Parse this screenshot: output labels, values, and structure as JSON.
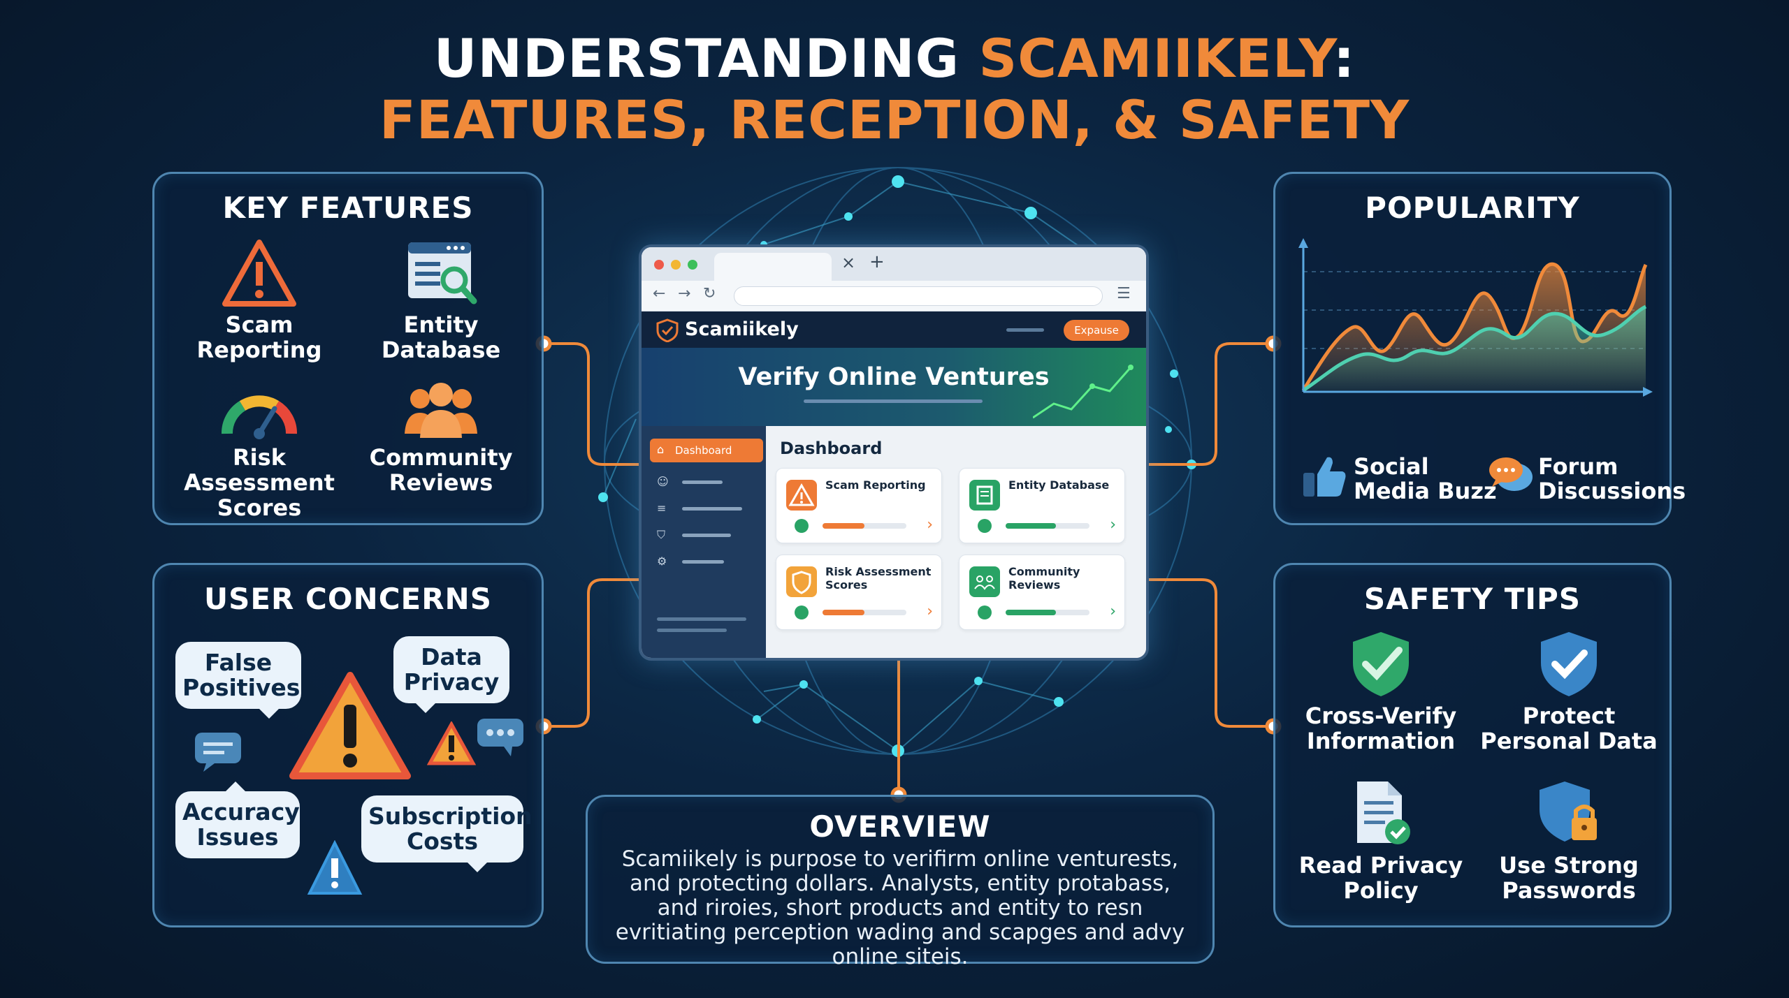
{
  "title": {
    "line1_a": "UNDERSTANDING ",
    "line1_b": "SCAMIIKELY",
    "line1_c": ":",
    "line2": "FEATURES, RECEPTION, & SAFETY"
  },
  "key_features": {
    "title": "KEY FEATURES",
    "items": [
      {
        "l1": "Scam",
        "l2": "Reporting",
        "icon": "warning-icon"
      },
      {
        "l1": "Entity",
        "l2": "Database",
        "icon": "database-search-icon"
      },
      {
        "l1": "Risk Assessment",
        "l2": "Scores",
        "icon": "gauge-icon"
      },
      {
        "l1": "Community",
        "l2": "Reviews",
        "icon": "community-icon"
      }
    ]
  },
  "user_concerns": {
    "title": "USER CONCERNS",
    "bubbles": [
      {
        "l1": "False",
        "l2": "Positives"
      },
      {
        "l1": "Data",
        "l2": "Privacy"
      },
      {
        "l1": "Accuracy",
        "l2": "Issues"
      },
      {
        "l1": "Subscription",
        "l2": "Costs"
      }
    ]
  },
  "popularity": {
    "title": "POPULARITY",
    "legend": [
      {
        "l1": "Social",
        "l2": "Media Buzz",
        "icon": "thumbs-up-icon"
      },
      {
        "l1": "Forum",
        "l2": "Discussions",
        "icon": "chat-icon"
      }
    ],
    "colors": {
      "series_a": "#f08a3a",
      "series_b": "#4fd0b0"
    }
  },
  "safety_tips": {
    "title": "SAFETY TIPS",
    "items": [
      {
        "l1": "Cross-Verify",
        "l2": "Information",
        "icon": "shield-check-green-icon"
      },
      {
        "l1": "Protect",
        "l2": "Personal Data",
        "icon": "shield-check-blue-icon"
      },
      {
        "l1": "Read Privacy",
        "l2": "Policy",
        "icon": "document-check-icon"
      },
      {
        "l1": "Use Strong",
        "l2": "Passwords",
        "icon": "shield-lock-icon"
      }
    ]
  },
  "overview": {
    "title": "OVERVIEW",
    "text": "Scamiikely is purpose to verifirm online venturests, and protecting dollars. Analysts, entity protabass, and riroies, short products and entity to resn evritiating perception wading and scapges and advy online siteis."
  },
  "browser": {
    "tab_close": "×",
    "tab_new": "+",
    "brand": "Scamiikely",
    "expose_label": "Expause",
    "hero_title": "Verify Online Ventures",
    "sidebar_active": "Dashboard",
    "main_title": "Dashboard",
    "cards": [
      {
        "label": "Scam Reporting",
        "color": "#ee7a35"
      },
      {
        "label": "Entity Database",
        "color": "#29a365"
      },
      {
        "label": "Risk Assessment Scores",
        "color": "#ee7a35"
      },
      {
        "label": "Community Reviews",
        "color": "#29a365"
      }
    ]
  },
  "accent_colors": {
    "orange": "#f08a3a",
    "blue_border": "#4f86b0",
    "glow": "#4fe3f0"
  }
}
